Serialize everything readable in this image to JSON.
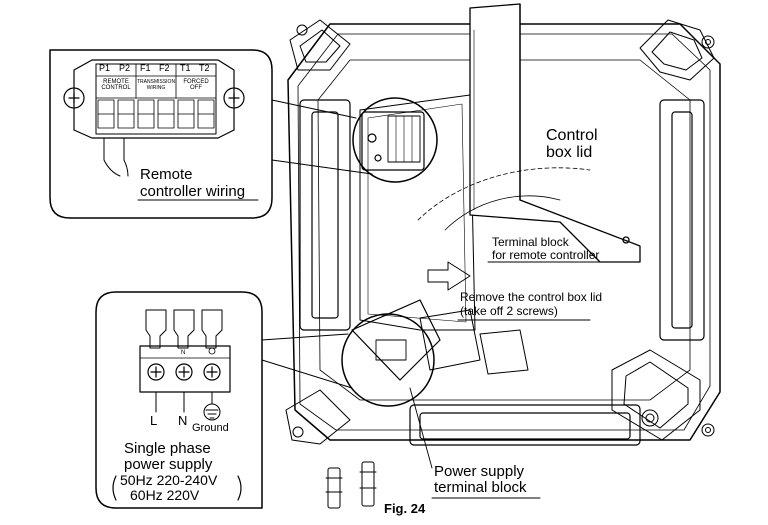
{
  "inset_remote": {
    "terminals": [
      "P1",
      "P2",
      "F1",
      "F2",
      "T1",
      "T2"
    ],
    "group_labels": [
      "REMOTE CONTROL",
      "TRANSMISSION WIRING",
      "FORCED OFF"
    ],
    "wiring_label_line1": "Remote",
    "wiring_label_line2": "controller wiring"
  },
  "inset_power": {
    "terminals": [
      "L",
      "N"
    ],
    "ground_label": "Ground",
    "n_mark": "N",
    "supply_line1": "Single phase",
    "supply_line2": "power supply",
    "supply_line3": "50Hz 220-240V",
    "supply_line4": "60Hz 220V"
  },
  "callouts": {
    "control_box_lid_1": "Control",
    "control_box_lid_2": "box lid",
    "terminal_block_1": "Terminal block",
    "terminal_block_2": "for remote controller",
    "remove_lid_1": "Remove the control box lid",
    "remove_lid_2": "(take off 2 screws)",
    "power_terminal_1": "Power supply",
    "power_terminal_2": "terminal block"
  },
  "figure_caption": "Fig. 24"
}
